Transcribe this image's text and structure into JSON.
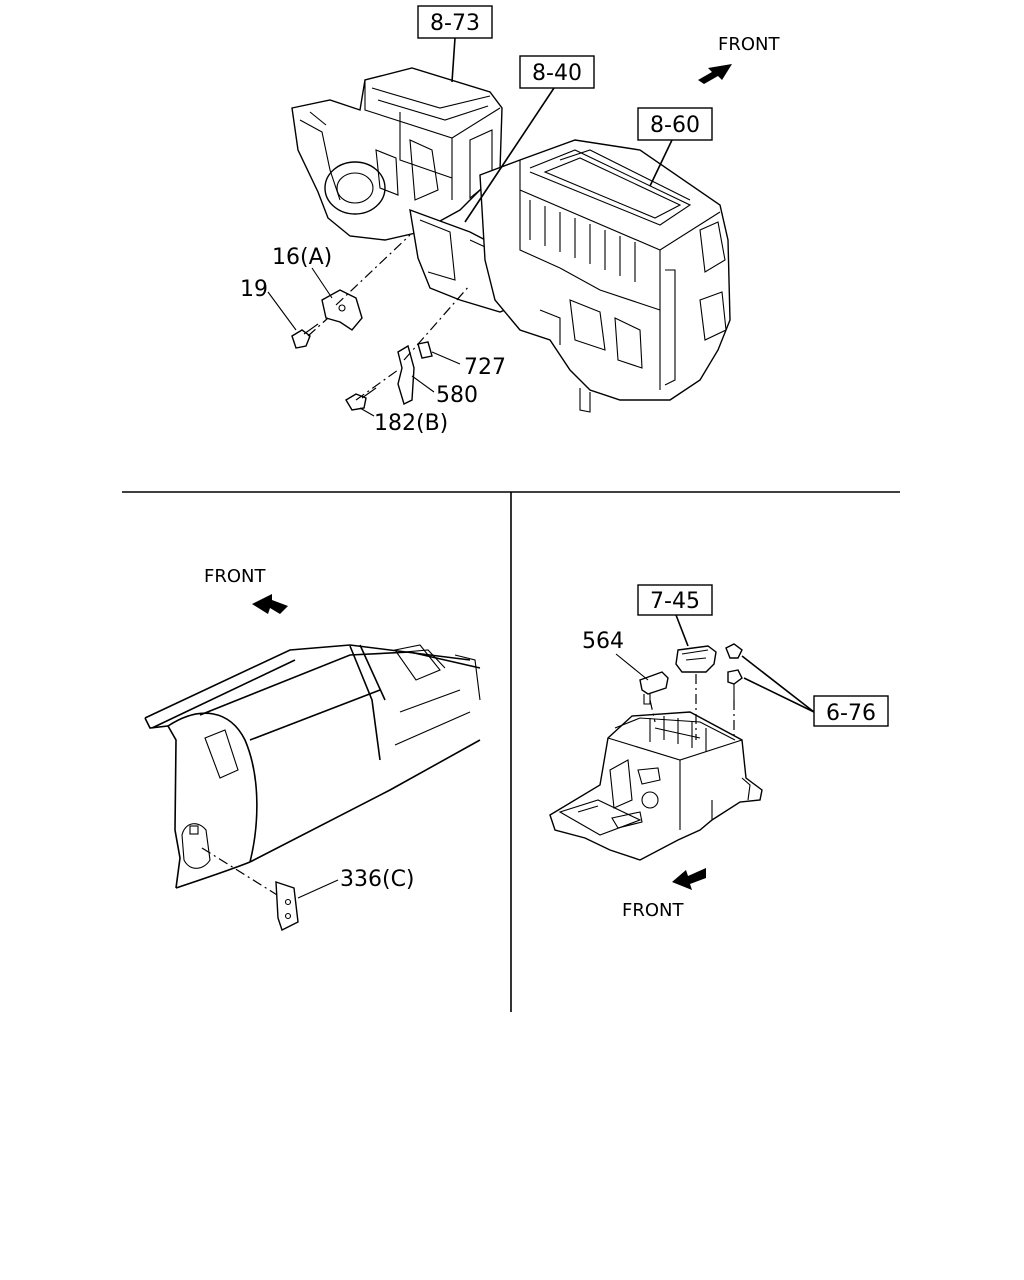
{
  "top_section": {
    "refs": {
      "r873": "8-73",
      "r840": "8-40",
      "r860": "8-60"
    },
    "front": "FRONT",
    "parts": {
      "p16a": "16(A)",
      "p19": "19",
      "p727": "727",
      "p580": "580",
      "p182b": "182(B)"
    }
  },
  "left_section": {
    "front": "FRONT",
    "parts": {
      "p336c": "336(C)"
    }
  },
  "right_section": {
    "refs": {
      "r745": "7-45",
      "r676": "6-76"
    },
    "front": "FRONT",
    "parts": {
      "p564": "564"
    }
  }
}
